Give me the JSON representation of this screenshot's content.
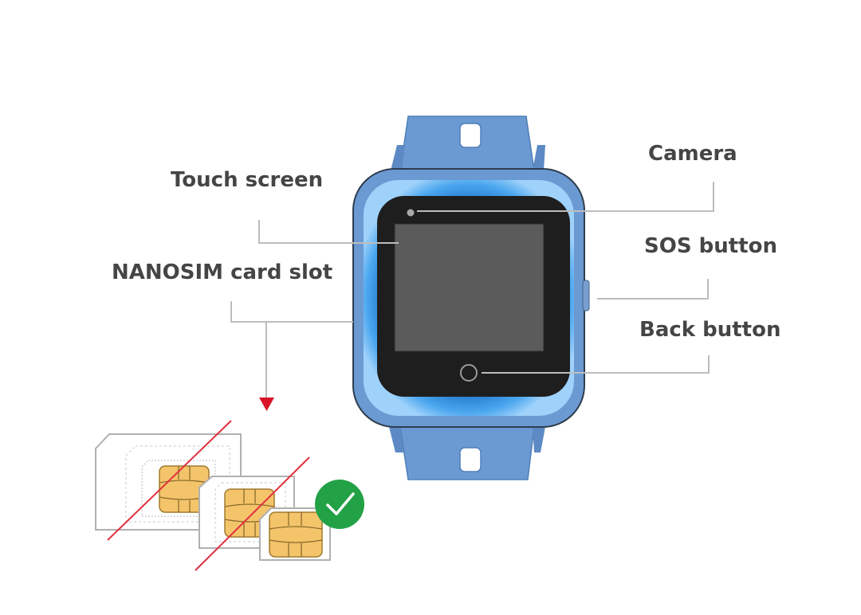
{
  "labels": {
    "camera": "Camera",
    "touch_screen": "Touch screen",
    "sos_button": "SOS button",
    "nanosim_slot": "NANOSIM card slot",
    "back_button": "Back button"
  },
  "colors": {
    "strap": "#6b9ad3",
    "strap_shade": "#5d8ac4",
    "bezel_glow": "#3f9be4",
    "screen_frame": "#1e1e1e",
    "display": "#5b5b5b",
    "leader_line": "#bdbdbd",
    "label_text": "#454545",
    "sim_chip": "#f4c46b",
    "cross_line": "#e0303e",
    "arrow": "#d91427",
    "check_badge": "#23a147"
  },
  "icons": {
    "correct_size": "checkmark-icon",
    "wrong_size": "strike-through-line",
    "slot_pointer": "arrow-down-icon"
  }
}
